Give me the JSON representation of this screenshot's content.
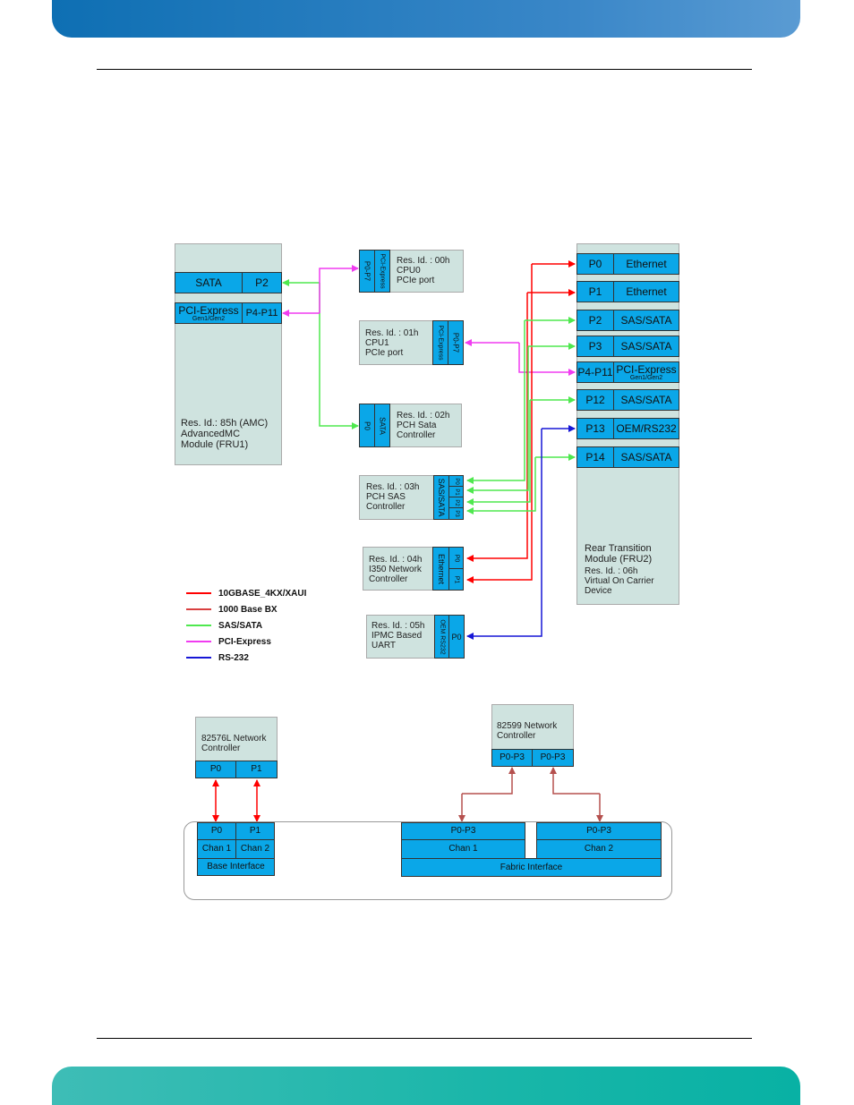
{
  "colors": {
    "red": "#ff0000",
    "light_red": "#d94040",
    "green": "#4fe84f",
    "magenta": "#f03cf0",
    "blue": "#1717d6",
    "brown": "#b5504e",
    "port_fill": "#0aa7e8",
    "module_fill": "#cfe3df"
  },
  "amc": {
    "desc": "Res. Id.: 85h (AMC)\nAdvancedMC\nModule (FRU1)",
    "sata_label": "SATA",
    "sata_port": "P2",
    "pcie_label": "PCI-Express",
    "pcie_sub": "Gen1/Gen2",
    "pcie_port": "P4-P11"
  },
  "cpu0": {
    "desc": "Res. Id. : 00h\nCPU0\nPCIe port",
    "port": "P0-P7",
    "port_type": "PCI-Express"
  },
  "cpu1": {
    "desc": "Res. Id. : 01h\nCPU1\nPCIe port",
    "port": "P0-P7",
    "port_type": "PCI-Express"
  },
  "pch_sata": {
    "desc": "Res. Id. : 02h\nPCH Sata\nController",
    "port": "P0",
    "port_type": "SATA"
  },
  "pch_sas": {
    "desc": "Res. Id. : 03h\nPCH SAS\nController",
    "port_type": "SAS/SATA",
    "ports": [
      "P0",
      "P1",
      "P2",
      "P3"
    ]
  },
  "i350": {
    "desc": "Res. Id. : 04h\nI350 Network\nController",
    "port_type": "Ethernet",
    "ports": [
      "P0",
      "P1"
    ]
  },
  "ipmc": {
    "desc": "Res. Id. : 05h\nIPMC Based\nUART",
    "port_type": "OEM RS232",
    "port": "P0"
  },
  "rtm": {
    "desc": "Rear Transition\nModule (FRU2)",
    "desc2": "Res. Id. : 06h\nVirtual On Carrier\nDevice",
    "ports": [
      {
        "port": "P0",
        "type": "Ethernet"
      },
      {
        "port": "P1",
        "type": "Ethernet"
      },
      {
        "port": "P2",
        "type": "SAS/SATA"
      },
      {
        "port": "P3",
        "type": "SAS/SATA"
      },
      {
        "port": "P4-P11",
        "type": "PCI-Express",
        "sub": "Gen1/Gen2"
      },
      {
        "port": "P12",
        "type": "SAS/SATA"
      },
      {
        "port": "P13",
        "type": "OEM/RS232"
      },
      {
        "port": "P14",
        "type": "SAS/SATA"
      }
    ]
  },
  "legend": [
    {
      "label": "10GBASE_4KX/XAUI",
      "color": "#ff0000"
    },
    {
      "label": "1000 Base BX",
      "color": "#d94040"
    },
    {
      "label": "SAS/SATA",
      "color": "#4fe84f"
    },
    {
      "label": "PCI-Express",
      "color": "#f03cf0"
    },
    {
      "label": "RS-232",
      "color": "#1717d6"
    }
  ],
  "nc82576": {
    "desc": "82576L Network\nController",
    "ports": [
      "P0",
      "P1"
    ]
  },
  "nc82599": {
    "desc": "82599 Network\nController",
    "ports": [
      "P0-P3",
      "P0-P3"
    ]
  },
  "base_interface": {
    "ports": [
      "P0",
      "P1"
    ],
    "chans": [
      "Chan 1",
      "Chan 2"
    ],
    "label": "Base Interface"
  },
  "fabric_interface": {
    "ports": [
      "P0-P3",
      "P0-P3"
    ],
    "chans": [
      "Chan 1",
      "Chan 2"
    ],
    "label": "Fabric Interface"
  }
}
